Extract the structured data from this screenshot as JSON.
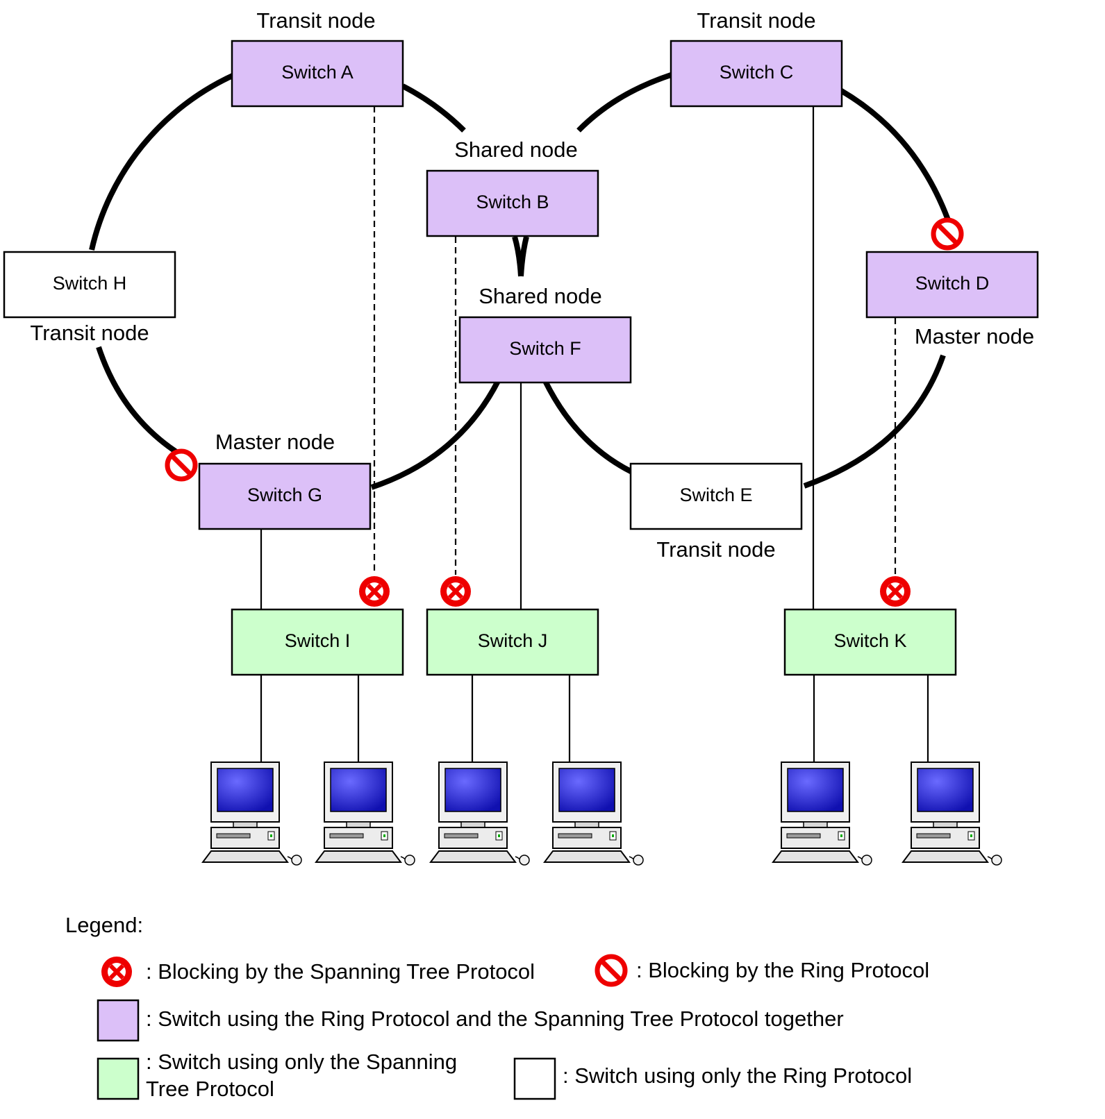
{
  "colors": {
    "ring_and_stp": "#dcc0f8",
    "stp_only": "#ccffcc",
    "ring_only": "#ffffff",
    "blocking_mark": "#ee0000",
    "monitor_screen": "#2a2ad8",
    "pc_body": "#e8e8e8"
  },
  "switches": {
    "a": {
      "label": "Switch A",
      "role": "Transit node"
    },
    "b": {
      "label": "Switch B",
      "role": "Shared node"
    },
    "c": {
      "label": "Switch C",
      "role": "Transit node"
    },
    "d": {
      "label": "Switch D",
      "role": "Master node"
    },
    "e": {
      "label": "Switch E",
      "role": "Transit node"
    },
    "f": {
      "label": "Switch F",
      "role": "Shared node"
    },
    "g": {
      "label": "Switch G",
      "role": "Master node"
    },
    "h": {
      "label": "Switch H",
      "role": "Transit node"
    },
    "i": {
      "label": "Switch I"
    },
    "j": {
      "label": "Switch J"
    },
    "k": {
      "label": "Switch K"
    }
  },
  "icons": {
    "stp_block": "stp-blocking-icon",
    "ring_block": "ring-blocking-icon",
    "pc": "computer-icon"
  },
  "legend": {
    "title": "Legend:",
    "stp_blocking": ": Blocking by the Spanning Tree Protocol",
    "ring_blocking": ": Blocking by the Ring Protocol",
    "ring_and_stp": ": Switch using the Ring Protocol and the Spanning Tree Protocol together",
    "stp_only_line1": ": Switch using only the Spanning",
    "stp_only_line2": "Tree Protocol",
    "ring_only": ": Switch using only the Ring Protocol"
  }
}
